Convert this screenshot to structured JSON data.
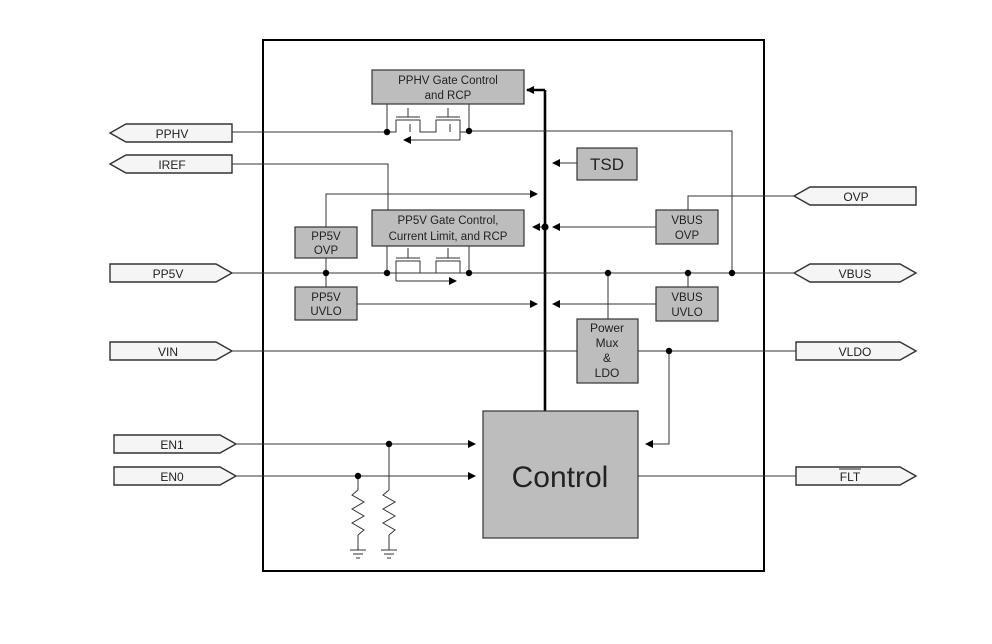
{
  "pins": {
    "pphv": "PPHV",
    "iref": "IREF",
    "pp5v": "PP5V",
    "vin": "VIN",
    "en1": "EN1",
    "en0": "EN0",
    "ovp": "OVP",
    "vbus": "VBUS",
    "vldo": "VLDO",
    "flt": "FLT"
  },
  "blocks": {
    "pphv_gate_line1": "PPHV Gate Control",
    "pphv_gate_line2": "and RCP",
    "tsd": "TSD",
    "pp5v_gate_line1": "PP5V Gate Control,",
    "pp5v_gate_line2": "Current Limit, and RCP",
    "pp5v_ovp_line1": "PP5V",
    "pp5v_ovp_line2": "OVP",
    "vbus_ovp_line1": "VBUS",
    "vbus_ovp_line2": "OVP",
    "pp5v_uvlo_line1": "PP5V",
    "pp5v_uvlo_line2": "UVLO",
    "vbus_uvlo_line1": "VBUS",
    "vbus_uvlo_line2": "UVLO",
    "power_mux_line1": "Power",
    "power_mux_line2": "Mux",
    "power_mux_line3": "&",
    "power_mux_line4": "LDO",
    "control": "Control"
  },
  "colors": {
    "block_fill": "#bdbdbd",
    "pin_fill": "#f5f5f5",
    "line": "#333333"
  }
}
